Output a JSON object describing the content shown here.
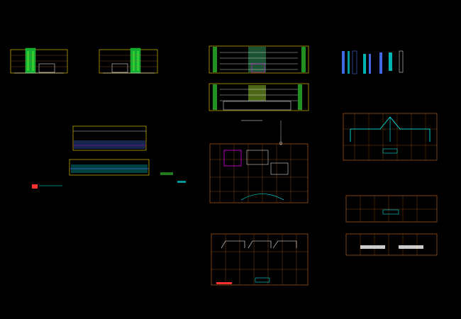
{
  "app": {
    "background": "#000000"
  },
  "colors": {
    "outline": "#ffd700",
    "grid": "#d2691e",
    "accent_green": "#32cd32",
    "accent_cyan": "#00ffff",
    "accent_blue": "#4169e1",
    "accent_magenta": "#ff00ff",
    "accent_red": "#ff3030",
    "white": "#ffffff"
  },
  "captions": {
    "side_elevation_left": "",
    "side_elevation_right": "",
    "front_elevation": "",
    "long_section": "",
    "floor_plan_1": "",
    "floor_plan_2": "",
    "roof_plan": "",
    "partial_plan_a": "",
    "partial_plan_b": ""
  },
  "drawings": [
    {
      "id": "side-elevation-left",
      "kind": "elevation"
    },
    {
      "id": "side-elevation-right",
      "kind": "elevation"
    },
    {
      "id": "front-elevation-top",
      "kind": "elevation"
    },
    {
      "id": "front-elevation-bottom",
      "kind": "elevation"
    },
    {
      "id": "detail-strip",
      "kind": "details"
    },
    {
      "id": "long-section-top",
      "kind": "section"
    },
    {
      "id": "long-section-bottom",
      "kind": "section"
    },
    {
      "id": "ground-floor-plan",
      "kind": "plan"
    },
    {
      "id": "upper-floor-plan",
      "kind": "plan"
    },
    {
      "id": "roof-plan",
      "kind": "plan"
    },
    {
      "id": "partial-plan-a",
      "kind": "plan"
    },
    {
      "id": "partial-plan-b",
      "kind": "plan"
    }
  ]
}
